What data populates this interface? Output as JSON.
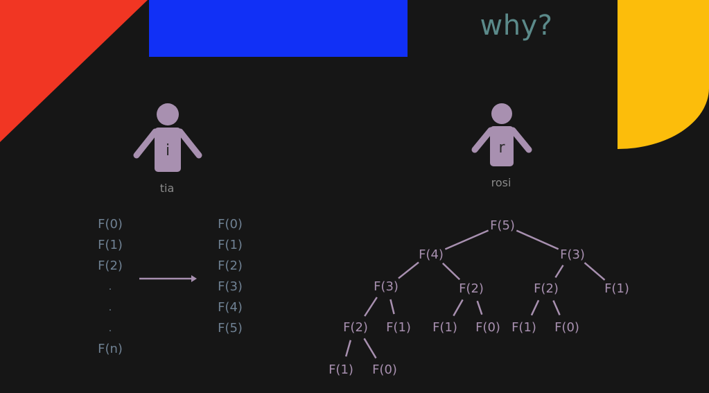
{
  "title": "why?",
  "colors": {
    "red": "#f13623",
    "blue": "#1130f6",
    "yellow": "#fcbd0b",
    "accent": "#a890b0",
    "title": "#5b8a8a",
    "seq": "#6f8193"
  },
  "people": {
    "left": {
      "name": "tia",
      "icon_letter": "i"
    },
    "right": {
      "name": "rosi",
      "icon_letter": "r"
    }
  },
  "iterative": {
    "left_column": [
      "F(0)",
      "F(1)",
      "F(2)",
      ".",
      ".",
      ".",
      "F(n)"
    ],
    "right_column": [
      "F(0)",
      "F(1)",
      "F(2)",
      "F(3)",
      "F(4)",
      "F(5)"
    ]
  },
  "recursive_tree": {
    "root": {
      "label": "F(5)",
      "children": [
        {
          "label": "F(4)",
          "children": [
            {
              "label": "F(3)",
              "children": [
                {
                  "label": "F(2)",
                  "children": [
                    {
                      "label": "F(1)"
                    },
                    {
                      "label": "F(0)"
                    }
                  ]
                },
                {
                  "label": "F(1)"
                }
              ]
            },
            {
              "label": "F(2)",
              "children": [
                {
                  "label": "F(1)"
                },
                {
                  "label": "F(0)"
                }
              ]
            }
          ]
        },
        {
          "label": "F(3)",
          "children": [
            {
              "label": "F(2)",
              "children": [
                {
                  "label": "F(1)"
                },
                {
                  "label": "F(0)"
                }
              ]
            },
            {
              "label": "F(1)"
            }
          ]
        }
      ]
    }
  }
}
